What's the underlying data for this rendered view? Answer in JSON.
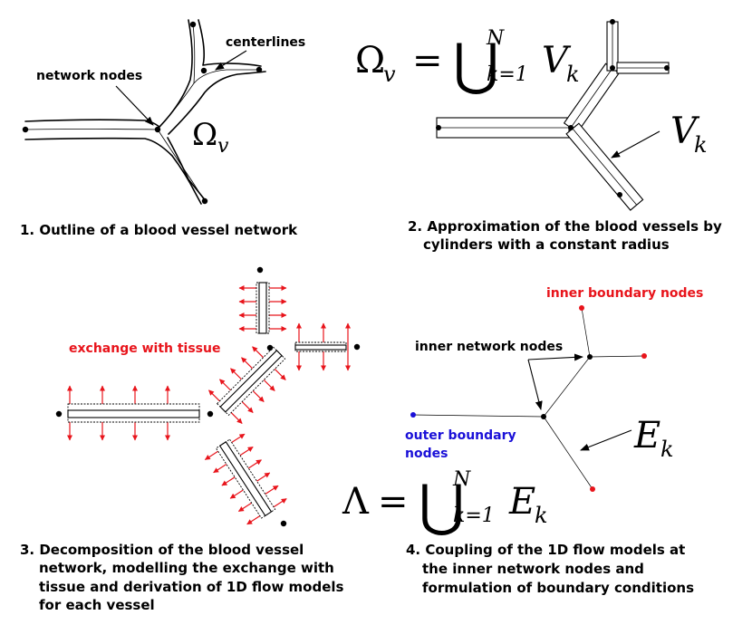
{
  "panel1": {
    "label_centerlines": "centerlines",
    "label_network_nodes": "network nodes",
    "symbol": "Ω",
    "symbol_sub": "v",
    "caption": "1. Outline of a blood vessel network"
  },
  "panel2": {
    "formula_lhs": "Ω",
    "formula_lhs_sub": "v",
    "formula_eq": "=",
    "formula_union": "⋃",
    "formula_sup": "N",
    "formula_sub": "k=1",
    "formula_term": "V",
    "formula_term_sub": "k",
    "label_vk": "V",
    "label_vk_sub": "k",
    "caption_line1": "2. Approximation of the blood vessels by",
    "caption_line2": "cylinders with a constant radius"
  },
  "panel3": {
    "label_exchange": "exchange with tissue",
    "caption_line1": "3. Decomposition of the blood vessel",
    "caption_line2": "network, modelling the exchange with",
    "caption_line3": "tissue and derivation of 1D flow models",
    "caption_line4": "for each vessel"
  },
  "panel4": {
    "label_inner_boundary": "inner boundary nodes",
    "label_inner_network": "inner network nodes",
    "label_outer_boundary_1": "outer boundary",
    "label_outer_boundary_2": "nodes",
    "label_ek": "E",
    "label_ek_sub": "k",
    "formula_lhs": "Λ",
    "formula_eq": "=",
    "formula_union": "⋃",
    "formula_sup": "N",
    "formula_sub": "k=1",
    "formula_term": "E",
    "formula_term_sub": "k",
    "caption_line1": "4. Coupling of the 1D flow models at",
    "caption_line2": "the inner network nodes and",
    "caption_line3": "formulation of boundary conditions"
  },
  "colors": {
    "exchange": "#e8141b",
    "inner_boundary": "#e8141b",
    "outer_boundary": "#1a10d8",
    "node": "#000000"
  }
}
